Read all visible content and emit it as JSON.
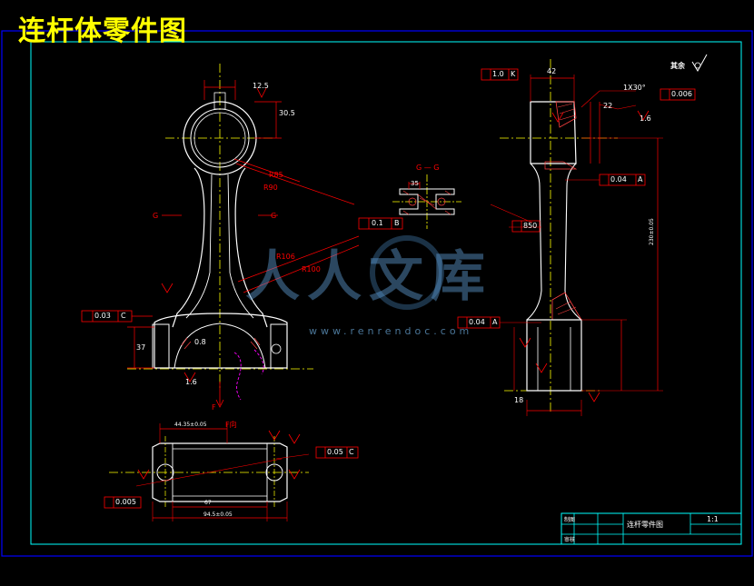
{
  "title": "连杆体零件图",
  "watermark": {
    "cjk": "人人文库",
    "latin": "www.renrendoc.com"
  },
  "title_block": {
    "part_name": "连杆零件图",
    "scale": "1:1",
    "note_1": "制图",
    "note_2": "审核"
  },
  "roughness": {
    "label": "其余"
  },
  "colors": {
    "background": "#000000",
    "frame": "#0000ff",
    "border": "#00ffff",
    "part_outline": "#ffffff",
    "dimension": "#ff0000",
    "centerline": "#ffff00",
    "hatch": "#ff4040",
    "magenta": "#ff00ff",
    "title": "#ffff00"
  },
  "tolerances": {
    "flatness_c": "0.03",
    "flatness_c_datum": "C",
    "parallel_b": "0.1",
    "parallel_b_datum": "B",
    "parallel_a": "0.04",
    "parallel_a_datum": "A",
    "perp_a": "0.04",
    "perp_a_datum": "A",
    "flatness_top": "0.006",
    "flatness_bottom": "0.005",
    "circ_k": "1.0",
    "circ_k_datum": "K",
    "datum_c_value": "0.05",
    "datum_c_label": "C",
    "side_box": "850"
  },
  "dimensions": {
    "d_top_radius": "12.5",
    "d_top_height": "30.5",
    "d_r85": "R85",
    "d_r90": "R90",
    "d_r106": "R106",
    "d_r100": "R100",
    "d_37": "37",
    "d_08": "0.8",
    "d_16_left": "1.6",
    "d_16_right": "1.6",
    "d_42": "42",
    "d_1x30": "1X30°",
    "d_22": "22",
    "d_section_label": "G — G",
    "d_g_left": "G",
    "d_g_right": "G",
    "d_f": "F",
    "d_fview": "F向",
    "d_bottom_len": "44.35±0.05",
    "d_bottom_len2": "67",
    "d_bottom_len3": "94.5±0.05",
    "d_side_height": "230±0.05",
    "d_18": "18",
    "d_35": "35"
  }
}
